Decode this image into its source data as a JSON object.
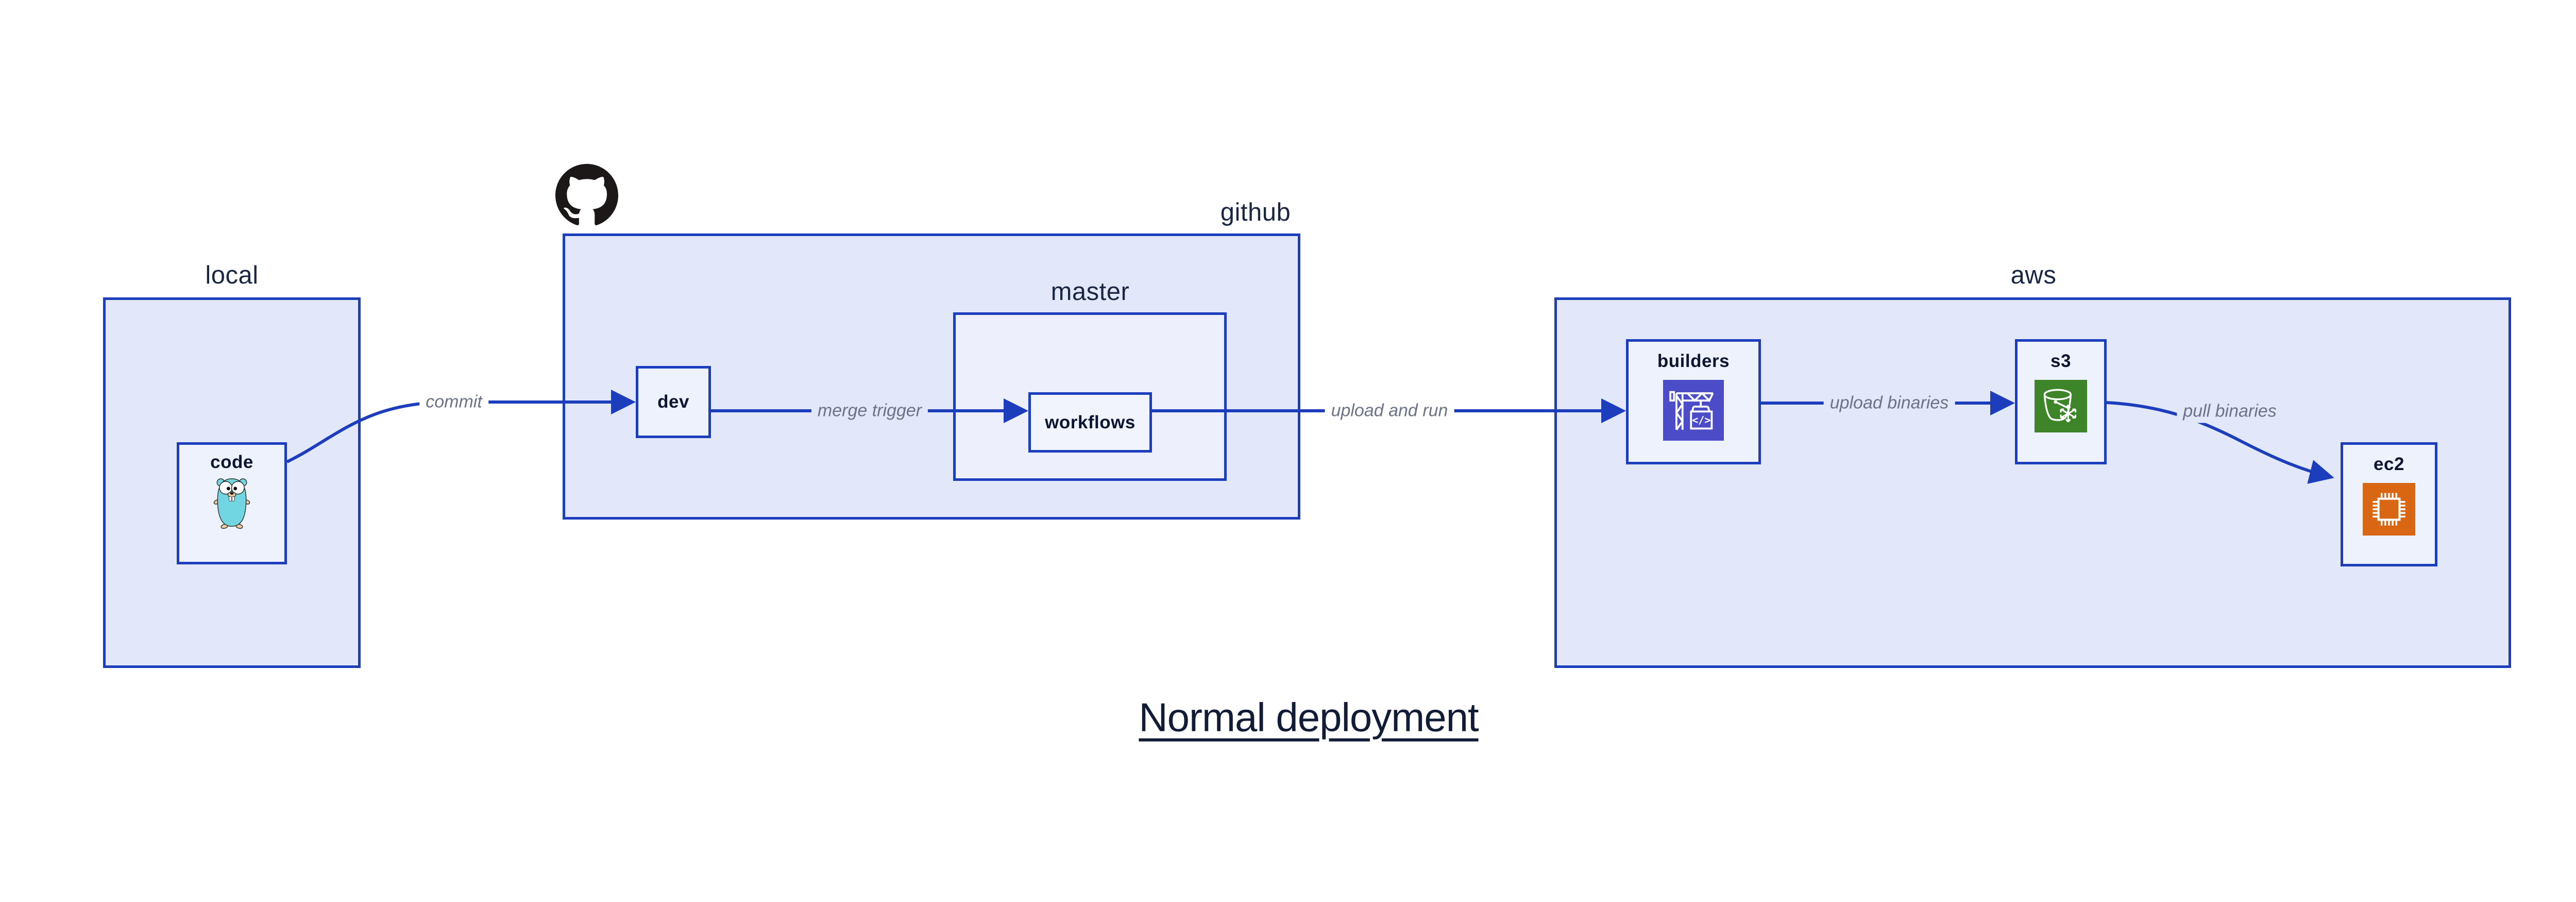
{
  "title": "Normal deployment",
  "theme": {
    "edge_blue": "#1c3ebc",
    "container_fill": "#e2e8f9",
    "nested_fill": "#edf0fc",
    "node_fill": "#eef2fc",
    "workflows_fill": "#f1f4fd",
    "node_text": "#0d1531",
    "container_label_text": "#1b2644",
    "edge_label_text": "#6c7386",
    "title_text": "#131c36",
    "codebuild_bg": "#4d4cc8",
    "s3_bg": "#3e8529",
    "ec2_bg": "#d86613",
    "github_logo": "#1b1817"
  },
  "containers": {
    "local": {
      "label": "local"
    },
    "github": {
      "label": "github"
    },
    "master": {
      "label": "master"
    },
    "aws": {
      "label": "aws"
    }
  },
  "nodes": {
    "code": {
      "label": "code",
      "icon": "go-gopher-icon"
    },
    "dev": {
      "label": "dev"
    },
    "workflows": {
      "label": "workflows"
    },
    "builders": {
      "label": "builders",
      "icon": "aws-codebuild-icon"
    },
    "s3": {
      "label": "s3",
      "icon": "aws-s3-glacier-icon"
    },
    "ec2": {
      "label": "ec2",
      "icon": "aws-ec2-icon"
    }
  },
  "edges": [
    {
      "id": "commit",
      "label": "commit",
      "from": "code",
      "to": "dev"
    },
    {
      "id": "merge-trigger",
      "label": "merge trigger",
      "from": "dev",
      "to": "workflows"
    },
    {
      "id": "upload-and-run",
      "label": "upload and run",
      "from": "workflows",
      "to": "builders"
    },
    {
      "id": "upload-binaries",
      "label": "upload binaries",
      "from": "builders",
      "to": "s3"
    },
    {
      "id": "pull-binaries",
      "label": "pull binaries",
      "from": "s3",
      "to": "ec2"
    }
  ],
  "icons": {
    "codebuild_code_glyph": "</>"
  }
}
